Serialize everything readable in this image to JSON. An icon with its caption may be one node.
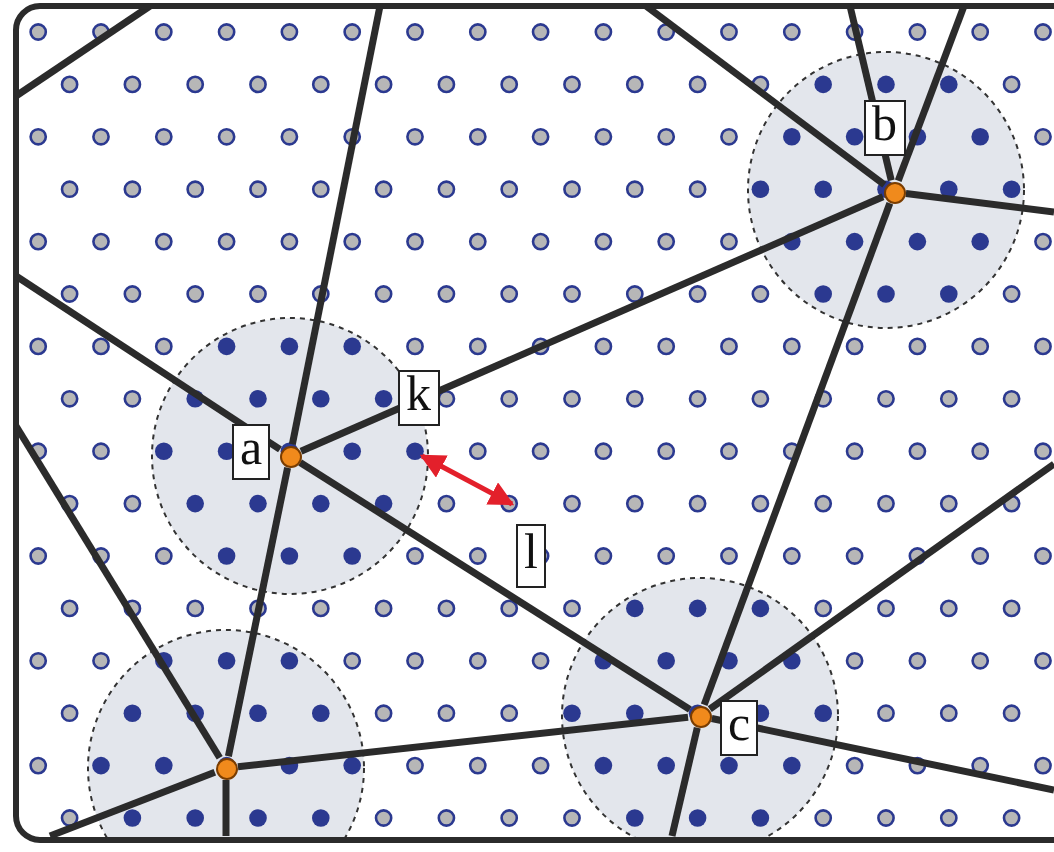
{
  "diagram": {
    "nodes": [
      {
        "text": [],
        "shape": "circle",
        "beside": [
          "b"
        ]
      },
      {
        "text": [],
        "shape": "circle",
        "beside": [
          "a"
        ]
      },
      {
        "text": [],
        "shape": "circle",
        "beside": [
          "c"
        ]
      },
      {
        "text": [],
        "shape": "circle"
      }
    ],
    "edges": [
      {
        "from": 1,
        "to": 0,
        "arrow": "none",
        "label": "k"
      },
      {
        "from": 1,
        "to": 2,
        "arrow": "none"
      },
      {
        "from": 1,
        "to": 3,
        "arrow": "none"
      },
      {
        "from": 0,
        "to": 2,
        "arrow": "none"
      },
      {
        "from": 3,
        "to": 2,
        "arrow": "none"
      },
      {
        "from": 1,
        "to": null,
        "arrow": "none"
      },
      {
        "from": 1,
        "to": null,
        "arrow": "none"
      },
      {
        "from": 0,
        "to": null,
        "arrow": "none"
      },
      {
        "from": 0,
        "to": null,
        "arrow": "none"
      },
      {
        "from": 0,
        "to": null,
        "arrow": "none"
      },
      {
        "from": 0,
        "to": null,
        "arrow": "none"
      },
      {
        "from": 3,
        "to": null,
        "arrow": "none"
      },
      {
        "from": 3,
        "to": null,
        "arrow": "none"
      },
      {
        "from": 3,
        "to": null,
        "arrow": "none"
      },
      {
        "from": 2,
        "to": null,
        "arrow": "none"
      },
      {
        "from": 2,
        "to": null,
        "arrow": "none"
      },
      {
        "from": 2,
        "to": null,
        "arrow": "none"
      }
    ],
    "labels": [
      "l"
    ]
  }
}
